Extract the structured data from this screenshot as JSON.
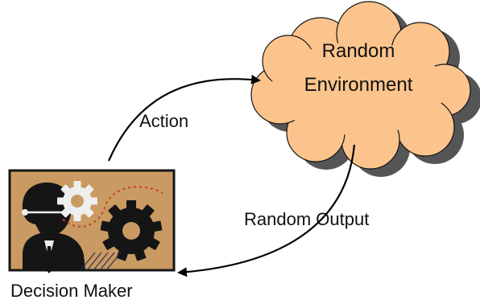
{
  "diagram": {
    "environment": {
      "line1": "Random",
      "line2": "Environment"
    },
    "action_label": "Action",
    "output_label": "Random Output",
    "decision_maker_label": "Decision Maker"
  },
  "colors": {
    "cloud_fill": "#fbc48c",
    "cloud_shadow": "#555555",
    "picture_background": "#c99a62",
    "gear_dark": "#151515",
    "gear_light": "#eeeeee",
    "dotted_path": "#c8402b"
  }
}
